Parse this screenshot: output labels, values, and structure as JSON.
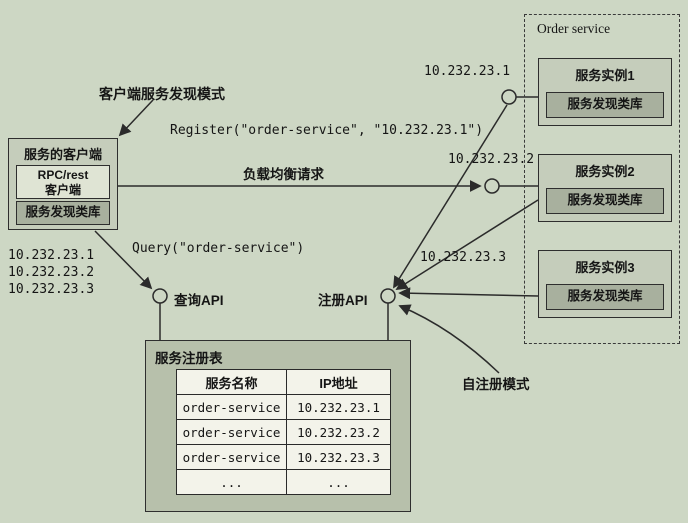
{
  "diagram": {
    "labels": {
      "pattern_label": "客户端服务发现模式",
      "register_call": "Register(\"order-service\", \"10.232.23.1\")",
      "load_balance_label": "负载均衡请求",
      "query_call": "Query(\"order-service\")",
      "query_api_label": "查询API",
      "register_api_label": "注册API",
      "self_register_label": "自注册模式"
    },
    "client": {
      "title": "服务的客户端",
      "rpc_box_line1": "RPC/rest",
      "rpc_box_line2": "客户端",
      "discovery_lib": "服务发现类库",
      "ip_list": [
        "10.232.23.1",
        "10.232.23.2",
        "10.232.23.3"
      ]
    },
    "order_service": {
      "title": "Order service",
      "instances": [
        {
          "name": "服务实例1",
          "lib": "服务发现类库",
          "ip": "10.232.23.1"
        },
        {
          "name": "服务实例2",
          "lib": "服务发现类库",
          "ip": "10.232.23.2"
        },
        {
          "name": "服务实例3",
          "lib": "服务发现类库",
          "ip": "10.232.23.3"
        }
      ]
    },
    "registry": {
      "title": "服务注册表",
      "table": {
        "headers": [
          "服务名称",
          "IP地址"
        ],
        "rows": [
          [
            "order-service",
            "10.232.23.1"
          ],
          [
            "order-service",
            "10.232.23.2"
          ],
          [
            "order-service",
            "10.232.23.3"
          ],
          [
            "...",
            "..."
          ]
        ]
      }
    },
    "colors": {
      "background": "#cdd7c4",
      "box_fill": "#c5cdbb",
      "lib_fill": "#a8b09e",
      "registry_fill": "#b7c0ab",
      "table_fill": "#f3f3ea",
      "line": "#2b2b2b"
    }
  }
}
